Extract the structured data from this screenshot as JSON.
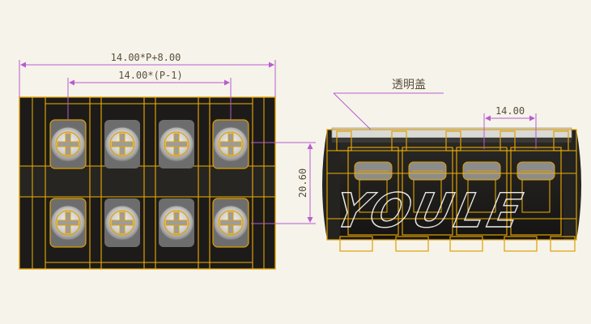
{
  "dimensions": {
    "overall_width": "14.00*P+8.00",
    "pitch_span": "14.00*(P-1)",
    "height": "20.60",
    "side_pitch": "14.00"
  },
  "labels": {
    "transparent_cover": "透明盖"
  },
  "watermark": "YOULE",
  "colors": {
    "background": "#f6f3ea",
    "body": "#1b1a18",
    "outline": "#e0a000",
    "dimension_line": "#b85cd0"
  }
}
